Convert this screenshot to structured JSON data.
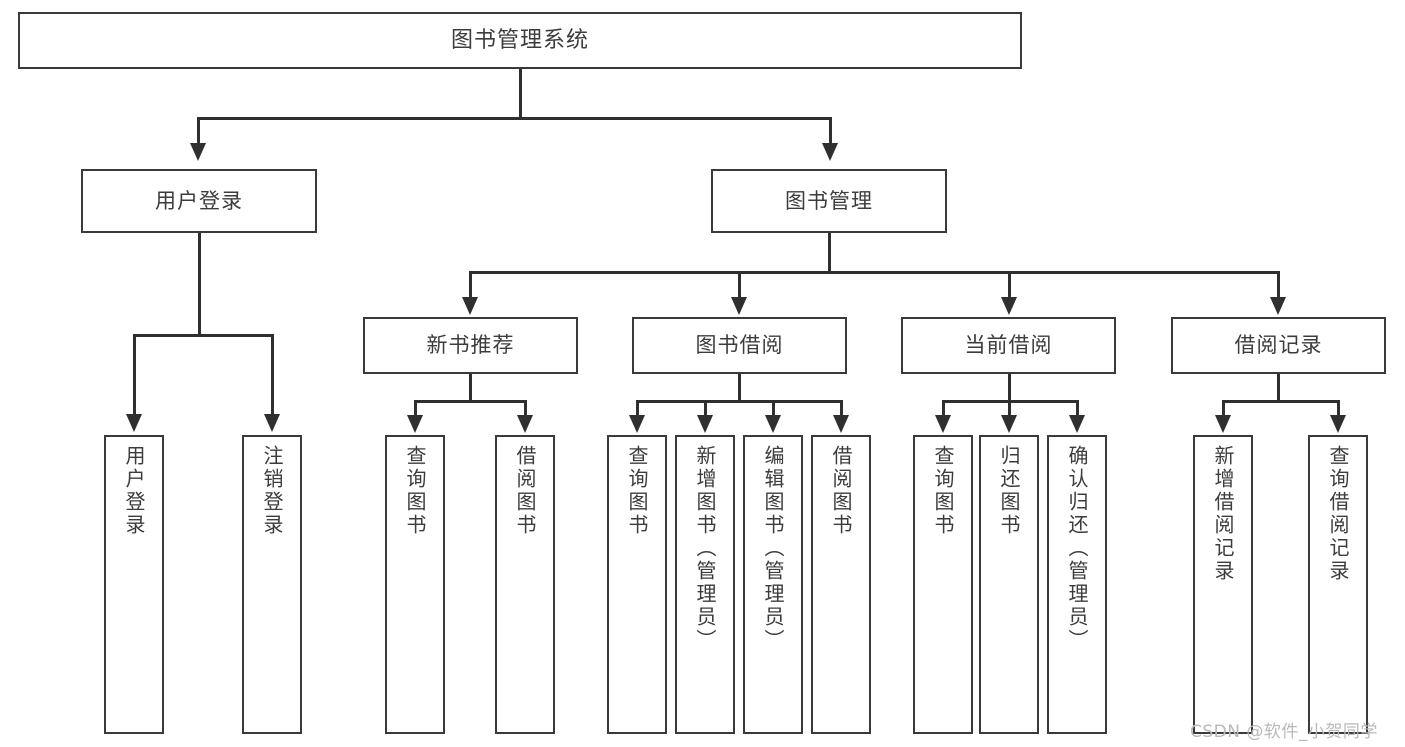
{
  "diagram": {
    "title": "图书管理系统",
    "type": "tree-hierarchy-chart",
    "root": {
      "label": "图书管理系统"
    },
    "tier2": [
      {
        "label": "用户登录"
      },
      {
        "label": "图书管理"
      }
    ],
    "tier3": [
      {
        "label": "新书推荐"
      },
      {
        "label": "图书借阅"
      },
      {
        "label": "当前借阅"
      },
      {
        "label": "借阅记录"
      }
    ],
    "leaves": [
      {
        "label": "用户登录"
      },
      {
        "label": "注销登录"
      },
      {
        "label": "查询图书"
      },
      {
        "label": "借阅图书"
      },
      {
        "label": "查询图书"
      },
      {
        "label": "新增图书（管理员）"
      },
      {
        "label": "编辑图书（管理员）"
      },
      {
        "label": "借阅图书"
      },
      {
        "label": "查询图书"
      },
      {
        "label": "归还图书"
      },
      {
        "label": "确认归还（管理员）"
      },
      {
        "label": "新增借阅记录"
      },
      {
        "label": "查询借阅记录"
      }
    ]
  },
  "watermark": {
    "text": "CSDN @软件_小贺同学"
  },
  "colors": {
    "stroke": "#3a3a3a",
    "connector": "#2f2f2f",
    "text": "#3c3c3c",
    "background": "#ffffff",
    "watermark": "#b9b9b9"
  }
}
